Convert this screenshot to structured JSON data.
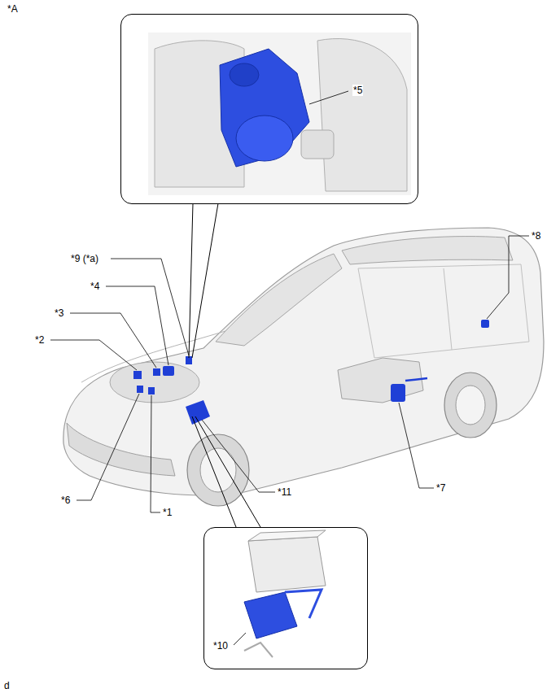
{
  "diagram": {
    "nodes": [
      {
        "text": [
          "*5"
        ]
      },
      {
        "text": [
          "*10"
        ]
      }
    ],
    "labels": [
      "*A",
      "*9 (*a)",
      "*4",
      "*3",
      "*2",
      "*8",
      "*6",
      "*1",
      "*11",
      "*7",
      "d"
    ]
  }
}
